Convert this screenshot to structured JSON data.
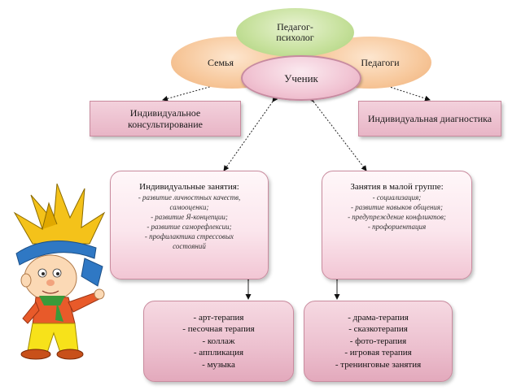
{
  "ellipses": {
    "psychologist": "Педагог-психолог",
    "family": "Семья",
    "teachers": "Педагоги",
    "student": "Ученик"
  },
  "boxes": {
    "consulting": "Индивидуальное консультирование",
    "diagnostics": "Индивидуальная диагностика"
  },
  "individual": {
    "title": "Индивидуальные занятия:",
    "items": [
      "- развитие личностных качеств,",
      "самооценки;",
      "- развитие Я-концепции;",
      "- развитие саморефлексии;",
      "- профилактика стрессовых",
      "состояний"
    ]
  },
  "group": {
    "title": "Занятия в малой группе:",
    "items": [
      "- социализация;",
      "- развитие навыков общения;",
      "- предупреждение конфликтов;",
      "- профориентация"
    ]
  },
  "methods_left": [
    "- арт-терапия",
    "- песочная терапия",
    "- коллаж",
    "- аппликация",
    "- музыка"
  ],
  "methods_right": [
    "- драма-терапия",
    "- сказкотерапия",
    "- фото-терапия",
    "- игровая терапия",
    "- тренинговые занятия"
  ]
}
